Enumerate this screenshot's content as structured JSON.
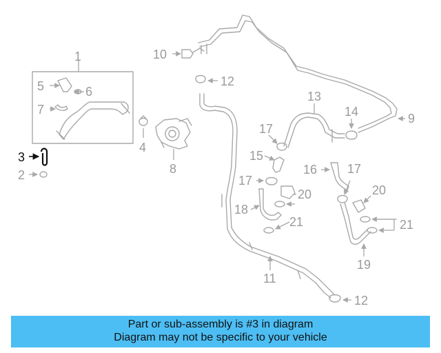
{
  "diagram": {
    "highlighted_part": "3",
    "callouts": [
      "1",
      "2",
      "3",
      "4",
      "5",
      "6",
      "7",
      "8",
      "9",
      "10",
      "11",
      "12",
      "12",
      "13",
      "14",
      "15",
      "16",
      "17",
      "17",
      "17",
      "18",
      "19",
      "20",
      "20",
      "21",
      "21"
    ],
    "colors": {
      "highlight": "#111111",
      "parts": "#a8a8a8",
      "banner": "#4dbef4"
    }
  },
  "banner": {
    "line1": "Part or sub-assembly is #3 in diagram",
    "line2": "Diagram may not be specific to your vehicle"
  }
}
